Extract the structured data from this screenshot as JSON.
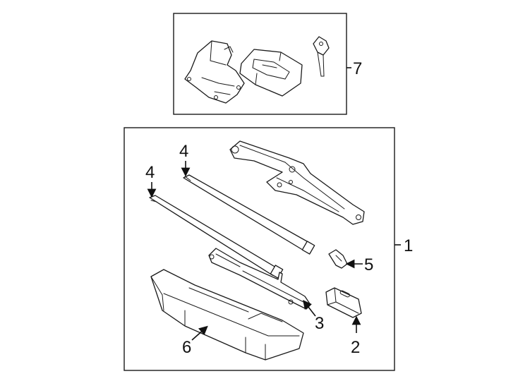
{
  "diagram": {
    "callouts": {
      "c1": "1",
      "c2": "2",
      "c3": "3",
      "c4a": "4",
      "c4b": "4",
      "c5": "5",
      "c6": "6",
      "c7": "7"
    }
  }
}
